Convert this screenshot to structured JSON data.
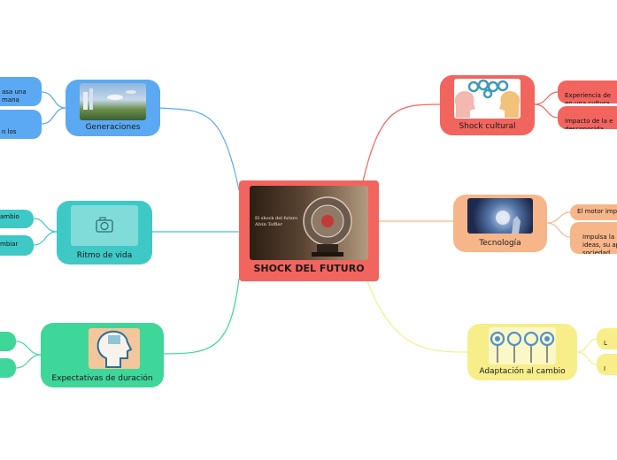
{
  "central": {
    "title": "SHOCK DEL FUTURO",
    "image_caption": "El shock del futuro Alvin Toffler"
  },
  "branches": {
    "generaciones": {
      "label": "Generaciones",
      "leaves": [
        "asa una\nmana",
        "n los"
      ]
    },
    "ritmo": {
      "label": "Ritmo de vida",
      "leaves": [
        "ambio",
        "mbiar"
      ]
    },
    "expectativas": {
      "label": "Expectativas de duración",
      "leaves": [
        "",
        ""
      ]
    },
    "shock_cultural": {
      "label": "Shock cultural",
      "leaves": [
        "Experiencia de\nen una cultura",
        "Impacto de la e\ndesconocida"
      ]
    },
    "tecnologia": {
      "label": "Tecnología",
      "leaves": [
        "El motor imp",
        "Impulsa la\nideas, su ap\nsociedad."
      ]
    },
    "adaptacion": {
      "label": "Adaptación al cambio",
      "leaves": [
        "L\nn",
        "I\na"
      ]
    }
  },
  "colors": {
    "central": "#f2655f",
    "generaciones": "#5aa9f2",
    "ritmo": "#3ec9c7",
    "expectativas": "#3fd69a",
    "shock_cultural": "#f2655f",
    "tecnologia": "#f7b68a",
    "adaptacion": "#f7ee8a"
  },
  "icons": {
    "ritmo": "camera-icon",
    "expectativas": "head-silhouette-icon",
    "shock_cultural": "gears-heads-icon",
    "adaptacion": "lightbulbs-gears-icon"
  }
}
